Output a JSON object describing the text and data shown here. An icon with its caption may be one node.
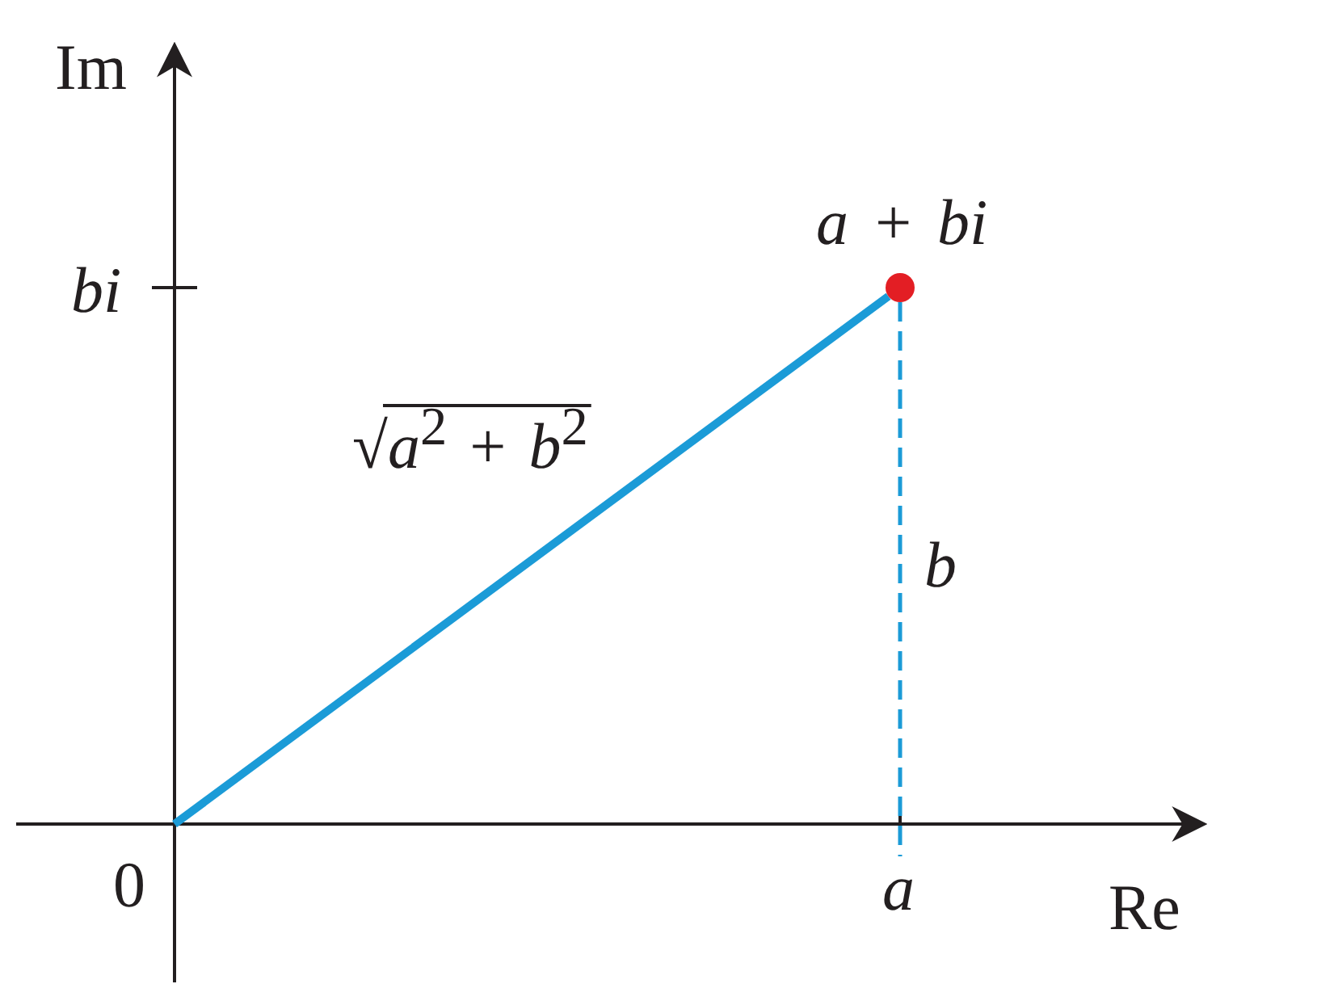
{
  "diagram": {
    "nodes": [
      {
        "text": [],
        "shape": "circle",
        "beside": [
          "a + bi"
        ]
      },
      {
        "text": [
          "a"
        ]
      }
    ],
    "edges": [
      {
        "from": null,
        "to": 0,
        "arrow": "none",
        "label": "√*a*$^{2}$ + *b*$^{2}$",
        "style": "thick",
        "color": "#1b9bd7"
      },
      {
        "from": 0,
        "to": 1,
        "arrow": "none",
        "label": "b",
        "style": "dashed",
        "color": "#1b9bd7"
      }
    ],
    "labels": [
      "Im",
      "bi",
      "0",
      "Re"
    ]
  }
}
